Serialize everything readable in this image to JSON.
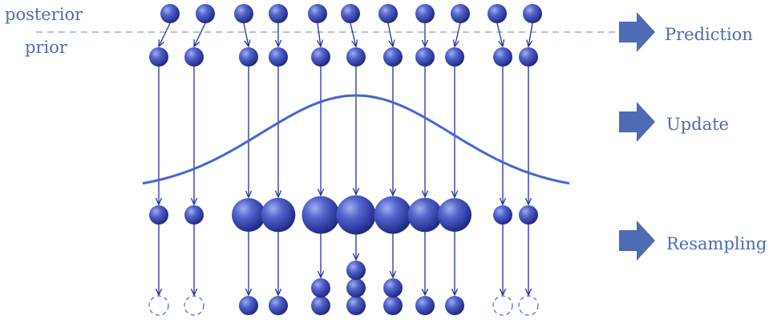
{
  "labels": {
    "posterior": "posterior",
    "prior": "prior"
  },
  "steps": [
    {
      "key": "prediction",
      "label": "Prediction"
    },
    {
      "key": "update",
      "label": "Update"
    },
    {
      "key": "resampling",
      "label": "Resampling"
    }
  ],
  "particles": {
    "count": 11,
    "weights": [
      0.26,
      0.24,
      0.72,
      0.75,
      0.92,
      1.0,
      0.92,
      0.75,
      0.72,
      0.24,
      0.26
    ],
    "resampled_counts": [
      0,
      0,
      1,
      1,
      2,
      3,
      2,
      1,
      1,
      0,
      0
    ]
  },
  "colors": {
    "particle": "#2e3aa0",
    "particle_highlight": "#9aa6ee",
    "arrow": "#24319a",
    "likelihood": "#4466d6",
    "label": "#4f6bb3",
    "step_arrow": "#4f6bb3",
    "divider": "#6f84b8",
    "empty_particle": "#4466d6"
  }
}
